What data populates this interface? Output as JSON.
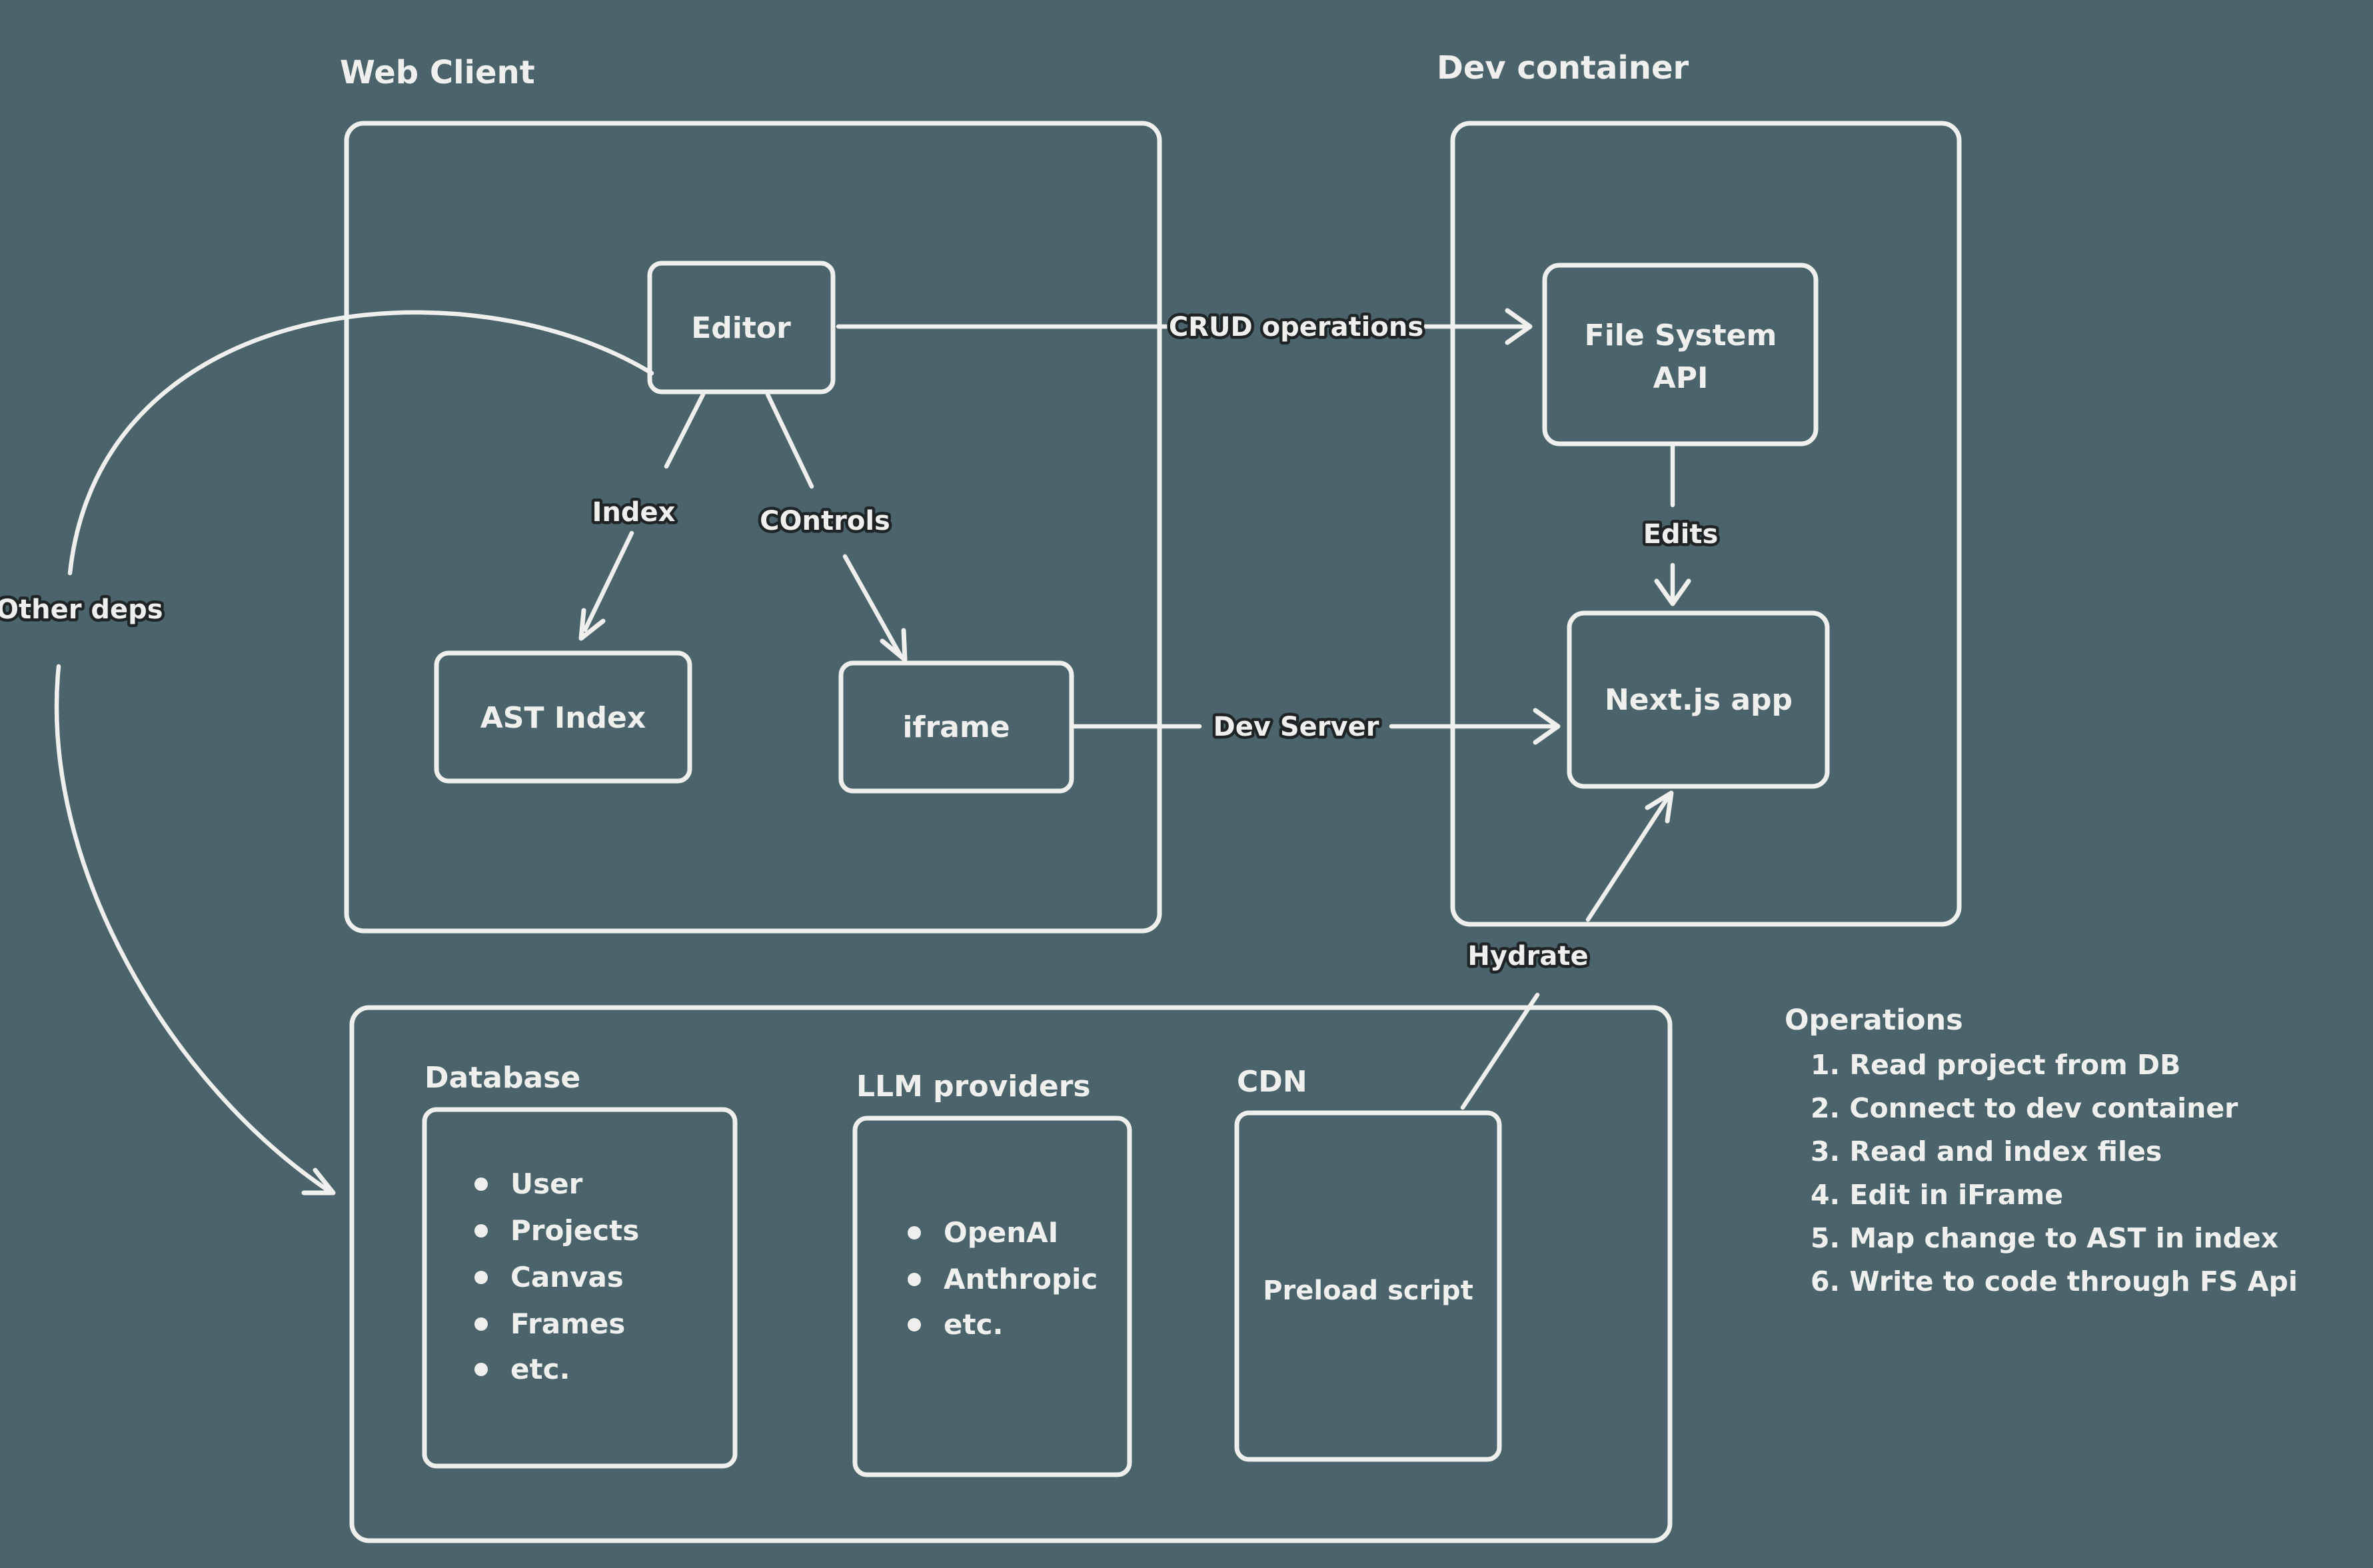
{
  "canvas": {
    "background": "#4b646b",
    "ink": "#efefed",
    "label_outline": "#1f2427"
  },
  "groups": {
    "web_client": {
      "label": "Web Client"
    },
    "dev_container": {
      "label": "Dev container"
    }
  },
  "nodes": {
    "editor": {
      "label": "Editor"
    },
    "ast_index": {
      "label": "AST Index"
    },
    "iframe": {
      "label": "iframe"
    },
    "fs_api": {
      "label_line1": "File System",
      "label_line2": "API"
    },
    "next_app": {
      "label": "Next.js app"
    },
    "preload": {
      "label": "Preload script"
    }
  },
  "edges": {
    "crud": {
      "label": "CRUD operations"
    },
    "index": {
      "label": "Index"
    },
    "controls": {
      "label": "COntrols"
    },
    "edits": {
      "label": "Edits"
    },
    "dev_server": {
      "label": "Dev Server"
    },
    "hydrate": {
      "label": "Hydrate"
    },
    "other_deps": {
      "label": "Other deps"
    }
  },
  "infra": {
    "database": {
      "label": "Database",
      "items": [
        "User",
        "Projects",
        "Canvas",
        "Frames",
        "etc."
      ]
    },
    "llm": {
      "label": "LLM providers",
      "items": [
        "OpenAI",
        "Anthropic",
        "etc."
      ]
    },
    "cdn": {
      "label": "CDN",
      "content": "Preload script"
    }
  },
  "operations": {
    "title": "Operations",
    "items": [
      "1. Read project from DB",
      "2. Connect to dev container",
      "3. Read and index files",
      "4. Edit in iFrame",
      "5. Map change to AST in index",
      "6. Write to code through FS Api"
    ]
  }
}
